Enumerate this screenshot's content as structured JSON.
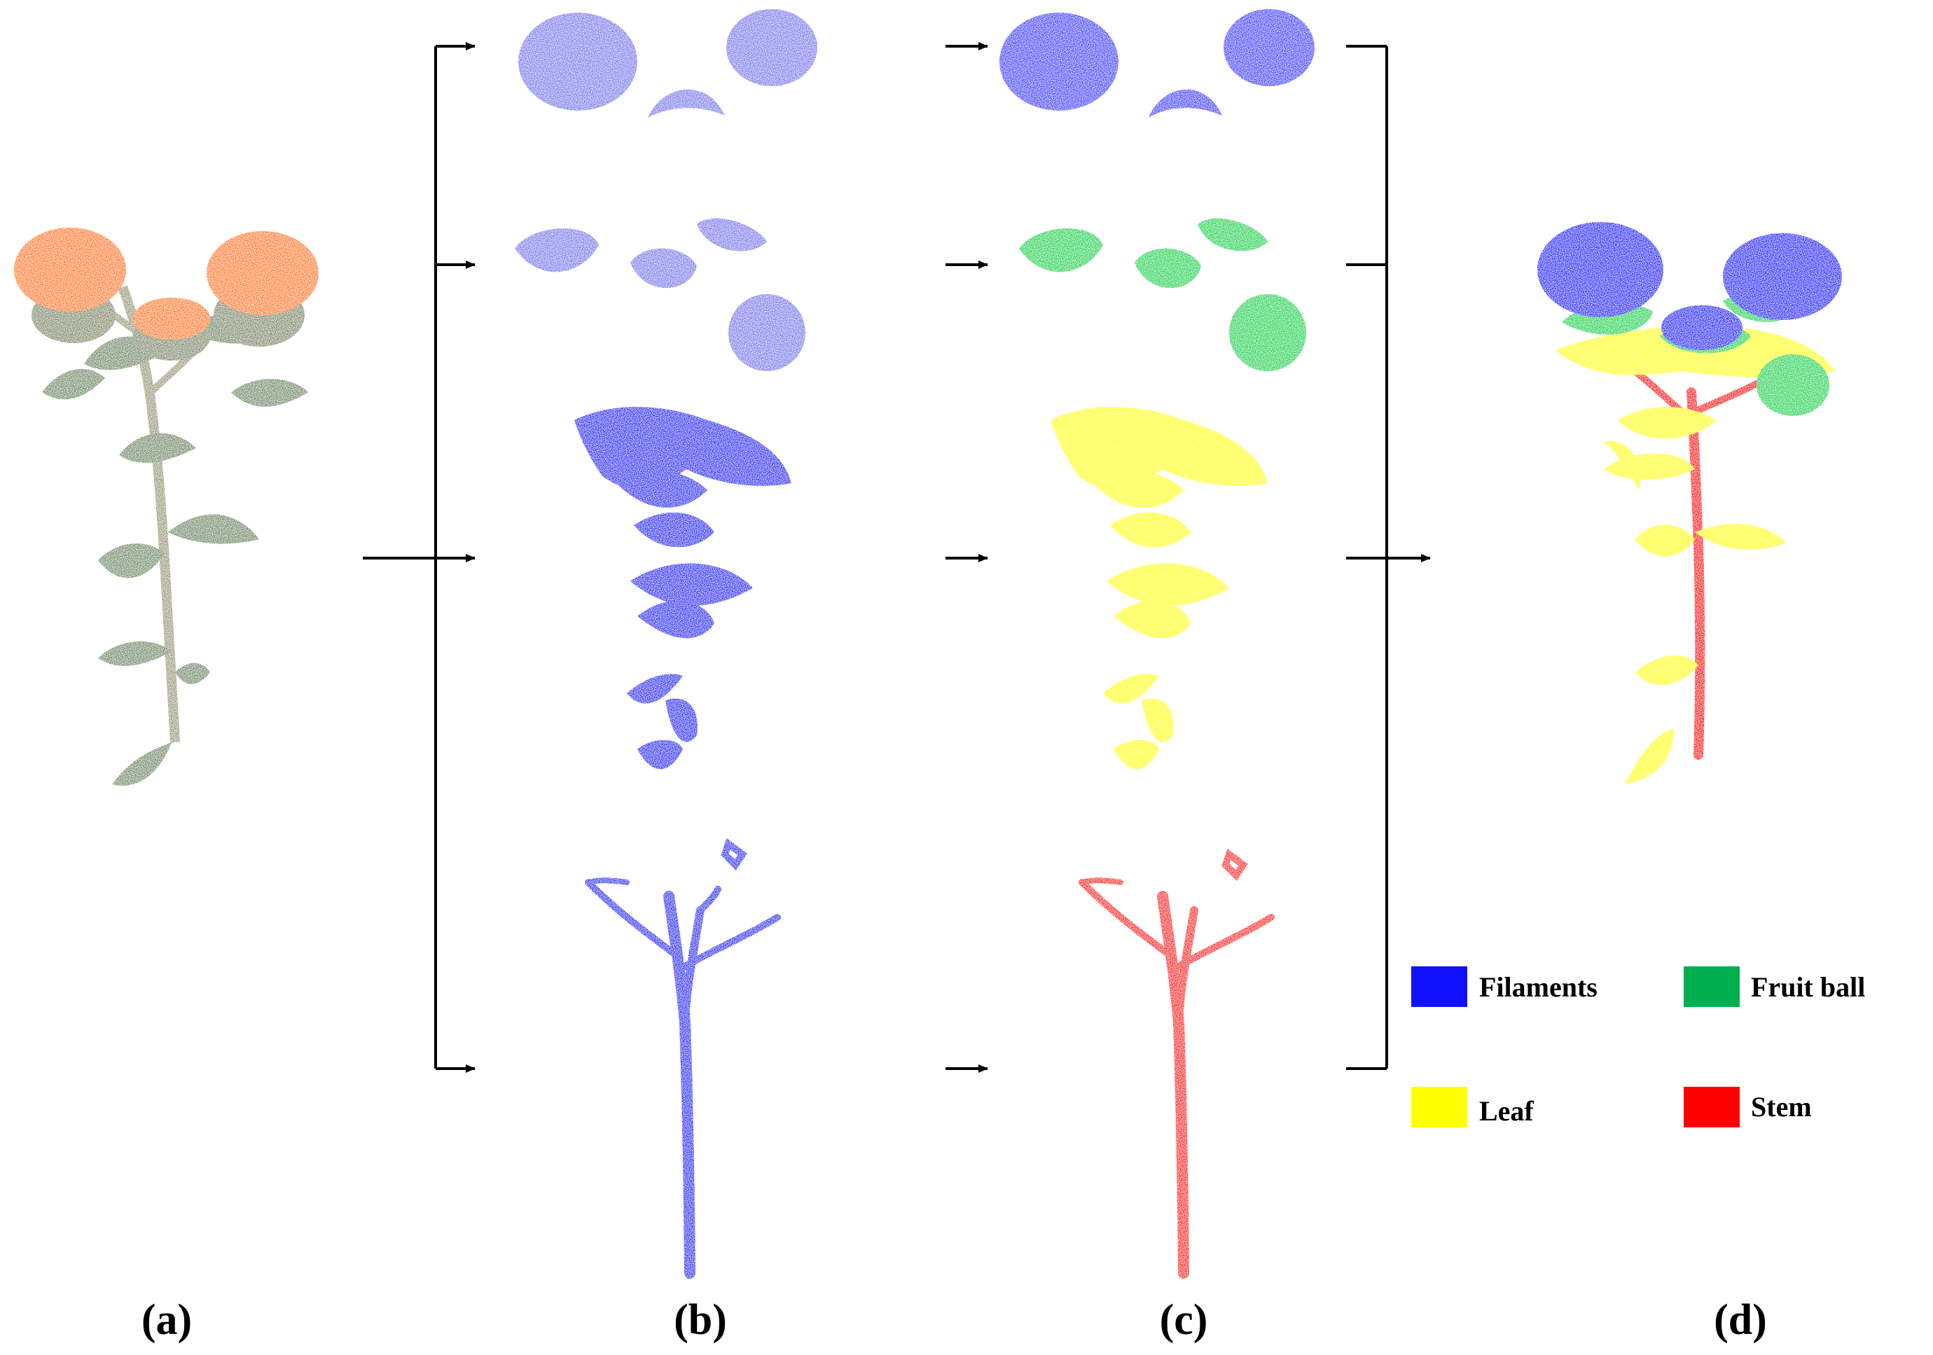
{
  "panels": {
    "a": "(a)",
    "b": "(b)",
    "c": "(c)",
    "d": "(d)"
  },
  "legend": [
    {
      "label": "Filaments",
      "color": "#1010ff"
    },
    {
      "label": "Fruit ball",
      "color": "#00b050"
    },
    {
      "label": "Leaf",
      "color": "#ffff00"
    },
    {
      "label": "Stem",
      "color": "#ff0000"
    }
  ],
  "colors": {
    "unsegmented": "#2020f0",
    "unsegmented_light": "#6a6ae8",
    "filaments": "#1010ff",
    "fruit_ball": "#00c040",
    "leaf": "#ffff00",
    "stem": "#ff0000",
    "raw_flower": "#ff6a1a",
    "raw_leaf": "#5f7a55",
    "raw_stem": "#7a7a5a"
  }
}
